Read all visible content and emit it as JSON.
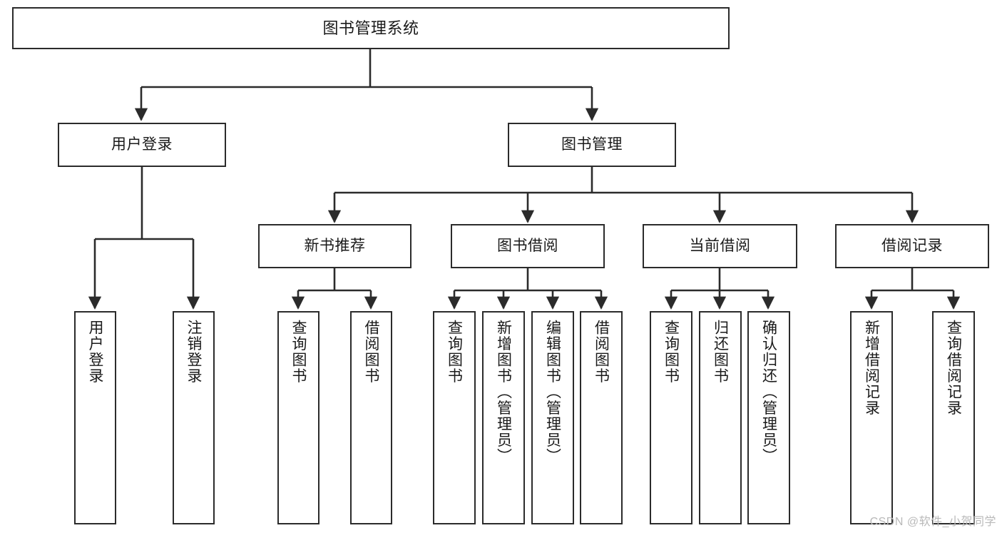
{
  "diagram": {
    "type": "hierarchy-tree",
    "title": "图书管理系统",
    "root": {
      "id": "root",
      "label": "图书管理系统"
    },
    "level1": [
      {
        "id": "user-login",
        "label": "用户登录"
      },
      {
        "id": "book-manage",
        "label": "图书管理"
      }
    ],
    "level2": [
      {
        "id": "new-book-recommend",
        "label": "新书推荐",
        "parent": "book-manage"
      },
      {
        "id": "book-borrow",
        "label": "图书借阅",
        "parent": "book-manage"
      },
      {
        "id": "current-borrow",
        "label": "当前借阅",
        "parent": "book-manage"
      },
      {
        "id": "borrow-record",
        "label": "借阅记录",
        "parent": "book-manage"
      }
    ],
    "leaves": [
      {
        "id": "leaf-user-login",
        "label": "用户登录",
        "parent": "user-login"
      },
      {
        "id": "leaf-logout-login",
        "label": "注销登录",
        "parent": "user-login"
      },
      {
        "id": "leaf-query-book-1",
        "label": "查询图书",
        "parent": "new-book-recommend"
      },
      {
        "id": "leaf-borrow-book-1",
        "label": "借阅图书",
        "parent": "new-book-recommend"
      },
      {
        "id": "leaf-query-book-2",
        "label": "查询图书",
        "parent": "book-borrow"
      },
      {
        "id": "leaf-add-book",
        "label": "新增图书（管理员）",
        "parent": "book-borrow"
      },
      {
        "id": "leaf-edit-book",
        "label": "编辑图书（管理员）",
        "parent": "book-borrow"
      },
      {
        "id": "leaf-borrow-book-2",
        "label": "借阅图书",
        "parent": "book-borrow"
      },
      {
        "id": "leaf-query-book-3",
        "label": "查询图书",
        "parent": "current-borrow"
      },
      {
        "id": "leaf-return-book",
        "label": "归还图书",
        "parent": "current-borrow"
      },
      {
        "id": "leaf-confirm-return",
        "label": "确认归还（管理员）",
        "parent": "current-borrow"
      },
      {
        "id": "leaf-add-record",
        "label": "新增借阅记录",
        "parent": "borrow-record"
      },
      {
        "id": "leaf-query-record",
        "label": "查询借阅记录",
        "parent": "borrow-record"
      }
    ],
    "colors": {
      "box_border": "#2b2b2b",
      "box_fill": "#ffffff",
      "connector": "#2b2b2b",
      "text": "#1a1a1a",
      "watermark": "#b9b9b9"
    }
  },
  "watermark": {
    "text": "CSDN @软件_小贺同学"
  }
}
